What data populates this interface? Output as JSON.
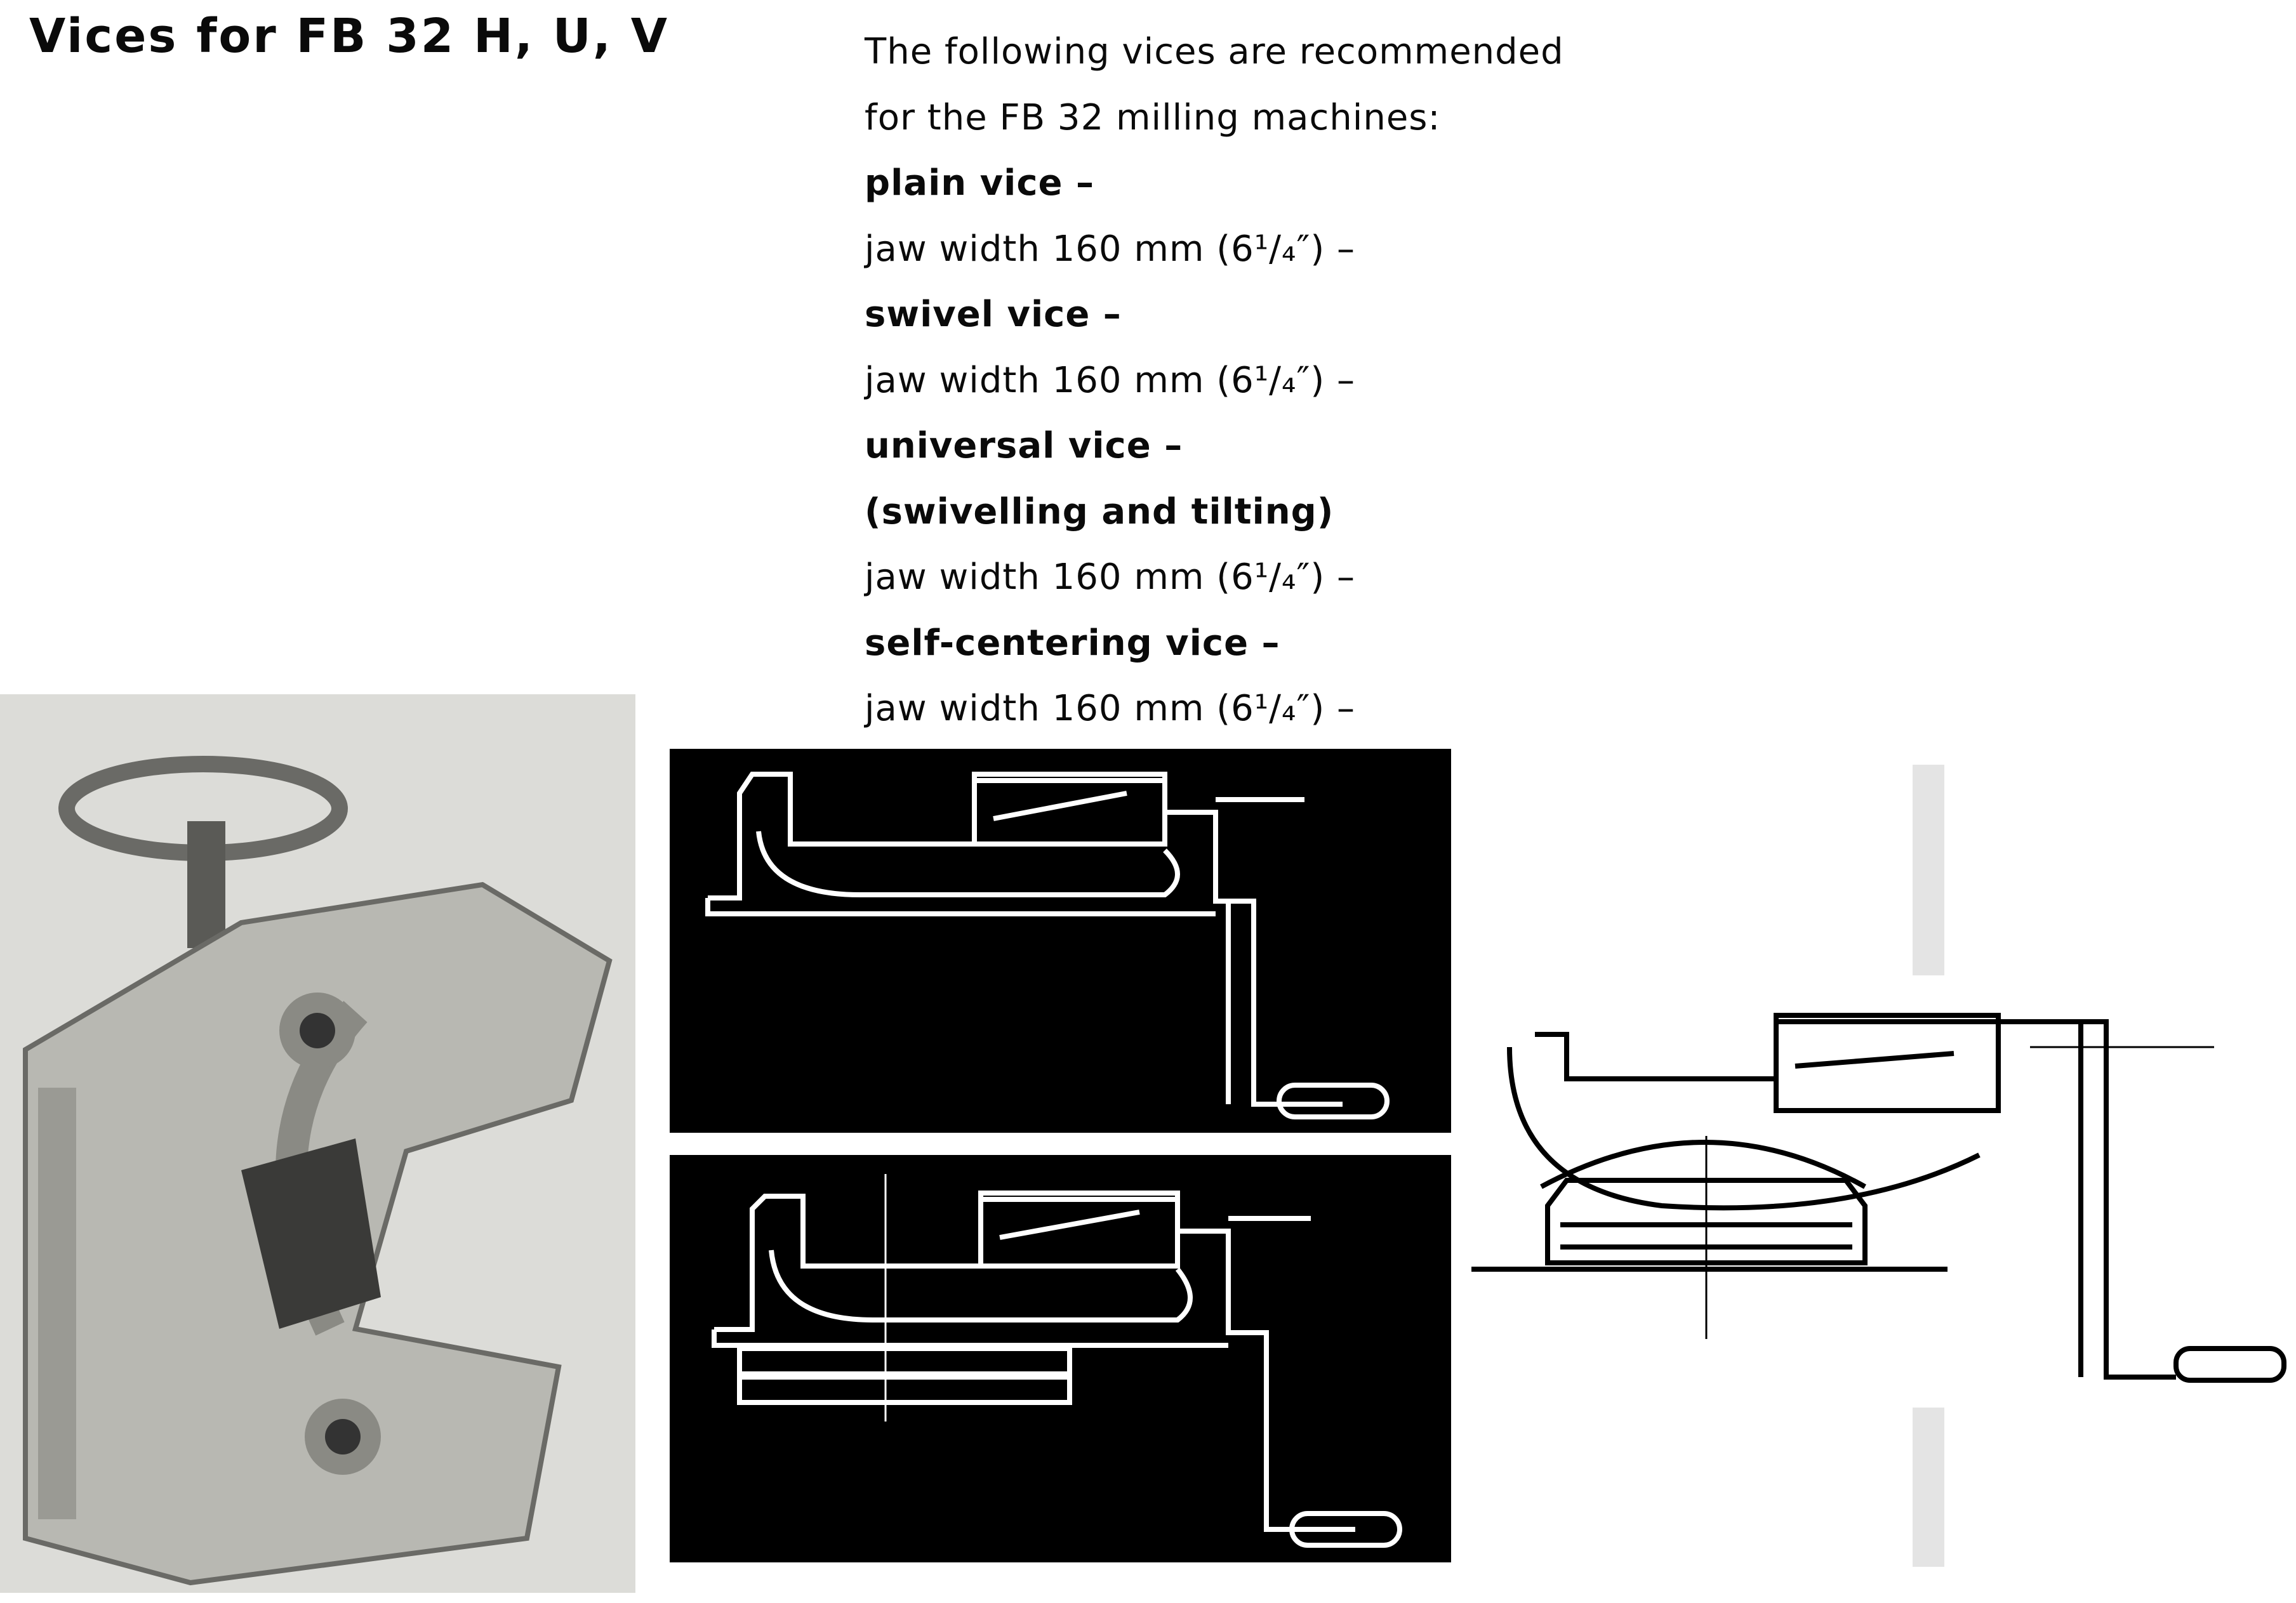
{
  "title": "Vices for FB 32 H, U, V",
  "intro": [
    "The following vices are recommended",
    "for the FB 32 milling machines:"
  ],
  "vices": [
    {
      "name": "plain vice –",
      "detail": "jaw width 160 mm (6¹/₄″) –"
    },
    {
      "name": "swivel vice –",
      "detail": "jaw width 160 mm (6¹/₄″) –"
    },
    {
      "name": "universal vice –",
      "subname": "(swivelling and tilting)",
      "detail": "jaw width 160 mm (6¹/₄″) –"
    },
    {
      "name": "self-centering vice –",
      "detail": "jaw width 160 mm (6¹/₄″) –"
    }
  ]
}
